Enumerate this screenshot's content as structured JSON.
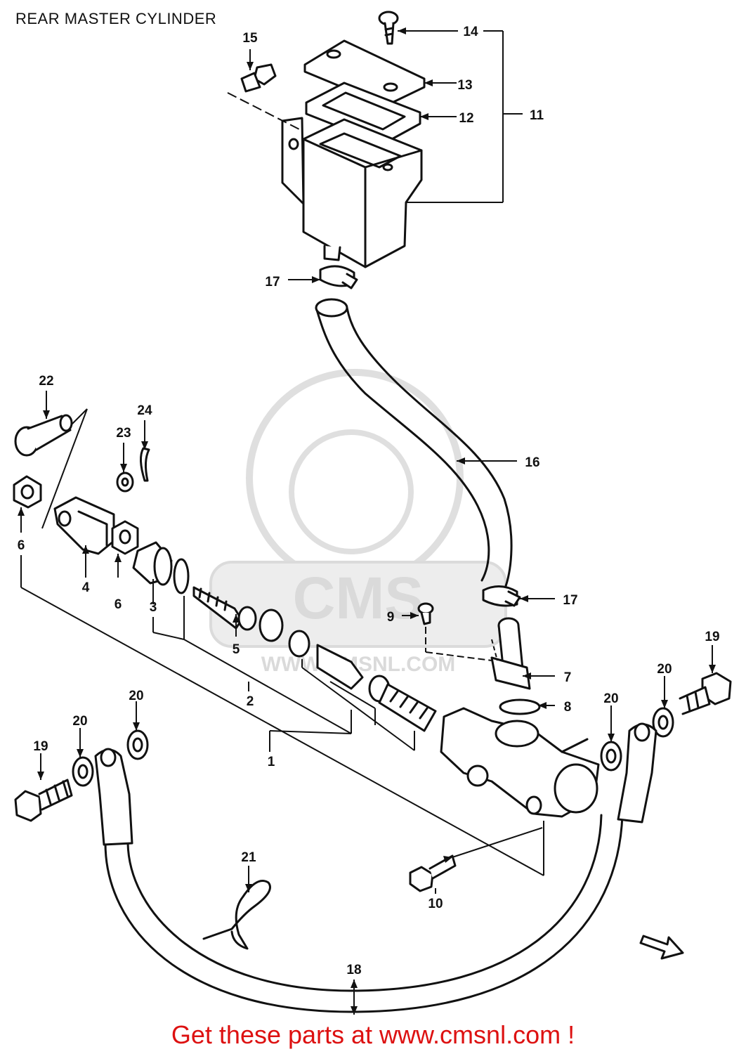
{
  "page": {
    "title": "REAR MASTER CYLINDER",
    "footer": "Get these parts at www.cmsnl.com !"
  },
  "watermark": {
    "brand": "CMS",
    "url": "WWW.CMSNL.COM"
  },
  "colors": {
    "ink": "#111111",
    "footer_red": "#dd1111",
    "watermark_gray": "#d6d6d6"
  },
  "callouts": [
    {
      "id": "c14",
      "label": "14"
    },
    {
      "id": "c15",
      "label": "15"
    },
    {
      "id": "c13",
      "label": "13"
    },
    {
      "id": "c12",
      "label": "12"
    },
    {
      "id": "c11",
      "label": "11"
    },
    {
      "id": "c17a",
      "label": "17"
    },
    {
      "id": "c22",
      "label": "22"
    },
    {
      "id": "c24",
      "label": "24"
    },
    {
      "id": "c23",
      "label": "23"
    },
    {
      "id": "c16",
      "label": "16"
    },
    {
      "id": "c6a",
      "label": "6"
    },
    {
      "id": "c4",
      "label": "4"
    },
    {
      "id": "c6b",
      "label": "6"
    },
    {
      "id": "c3",
      "label": "3"
    },
    {
      "id": "c17b",
      "label": "17"
    },
    {
      "id": "c9",
      "label": "9"
    },
    {
      "id": "c5",
      "label": "5"
    },
    {
      "id": "c7",
      "label": "7"
    },
    {
      "id": "c19a",
      "label": "19"
    },
    {
      "id": "c20a",
      "label": "20"
    },
    {
      "id": "c2",
      "label": "2"
    },
    {
      "id": "c8",
      "label": "8"
    },
    {
      "id": "c20b",
      "label": "20"
    },
    {
      "id": "c20c",
      "label": "20"
    },
    {
      "id": "c20d",
      "label": "20"
    },
    {
      "id": "c1",
      "label": "1"
    },
    {
      "id": "c19b",
      "label": "19"
    },
    {
      "id": "c21",
      "label": "21"
    },
    {
      "id": "c10",
      "label": "10"
    },
    {
      "id": "c18",
      "label": "18"
    }
  ]
}
